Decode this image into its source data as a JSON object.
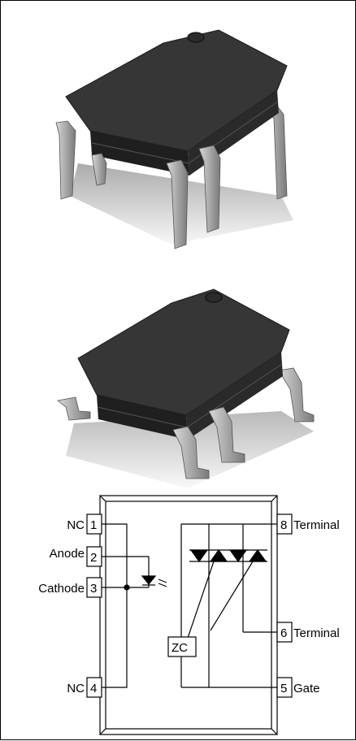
{
  "packages": [
    {
      "name": "dip-8-package"
    },
    {
      "name": "smd-8-package"
    }
  ],
  "schematic": {
    "pins": [
      {
        "number": "1",
        "label": "NC"
      },
      {
        "number": "2",
        "label": "Anode"
      },
      {
        "number": "3",
        "label": "Cathode"
      },
      {
        "number": "4",
        "label": "NC"
      },
      {
        "number": "8",
        "label": "Terminal"
      },
      {
        "number": "6",
        "label": "Terminal"
      },
      {
        "number": "5",
        "label": "Gate"
      }
    ],
    "zero_cross_label": "ZC"
  },
  "colors": {
    "body": "#2e2e2e",
    "body_top": "#3a3a3a",
    "lead": "#b9b9b9",
    "lead_shadow": "#8a8a8a",
    "line": "#000000"
  }
}
